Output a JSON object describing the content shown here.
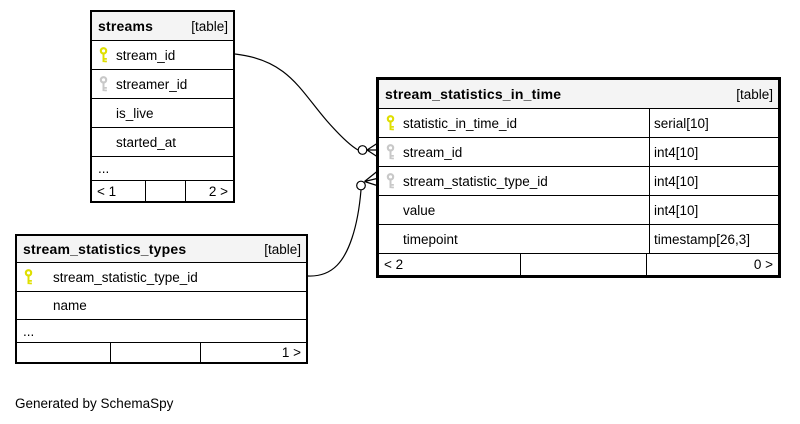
{
  "page": {
    "footer_note": "Generated by SchemaSpy"
  },
  "colors": {
    "primary_key": "#dfdf00",
    "foreign_key": "#c8c8c8",
    "table_header_bg": "#f4f4f4",
    "border": "#000000",
    "background": "#ffffff"
  },
  "icons": {
    "primary_key": "key-icon-yellow",
    "foreign_key": "key-icon-gray"
  },
  "tables": {
    "streams": {
      "title": "streams",
      "badge": "[table]",
      "rows": [
        {
          "name": "stream_id",
          "key": "primary"
        },
        {
          "name": "streamer_id",
          "key": "foreign"
        },
        {
          "name": "is_live",
          "key": "none"
        },
        {
          "name": "started_at",
          "key": "none"
        }
      ],
      "ellipsis": "...",
      "footer": {
        "left": "< 1",
        "center": "",
        "right": "2 >"
      }
    },
    "stream_statistics_in_time": {
      "title": "stream_statistics_in_time",
      "badge": "[table]",
      "rows": [
        {
          "name": "statistic_in_time_id",
          "type": "serial[10]",
          "key": "primary"
        },
        {
          "name": "stream_id",
          "type": "int4[10]",
          "key": "foreign"
        },
        {
          "name": "stream_statistic_type_id",
          "type": "int4[10]",
          "key": "foreign"
        },
        {
          "name": "value",
          "type": "int4[10]",
          "key": "none"
        },
        {
          "name": "timepoint",
          "type": "timestamp[26,3]",
          "key": "none"
        }
      ],
      "footer": {
        "left": "< 2",
        "center": "",
        "right": "0 >"
      }
    },
    "stream_statistics_types": {
      "title": "stream_statistics_types",
      "badge": "[table]",
      "rows": [
        {
          "name": "stream_statistic_type_id",
          "key": "primary"
        },
        {
          "name": "name",
          "key": "none"
        }
      ],
      "ellipsis": "...",
      "footer": {
        "left": "",
        "center": "",
        "right": "1 >"
      }
    }
  },
  "relationships": [
    {
      "from": "streams.stream_id",
      "to": "stream_statistics_in_time.stream_id"
    },
    {
      "from": "stream_statistics_types.stream_statistic_type_id",
      "to": "stream_statistics_in_time.stream_statistic_type_id"
    }
  ]
}
